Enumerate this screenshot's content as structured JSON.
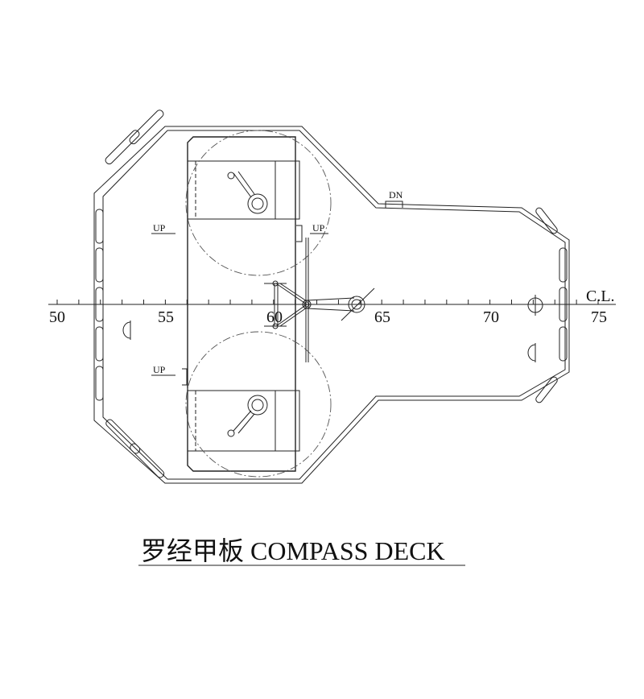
{
  "title": "罗经甲板 COMPASS DECK",
  "frame_labels": [
    "50",
    "55",
    "60",
    "65",
    "70",
    "75"
  ],
  "centerline_label": "C.L.",
  "annotations": {
    "up_left_top": "UP",
    "up_right": "UP",
    "up_left_bottom": "UP",
    "down": "DN"
  }
}
